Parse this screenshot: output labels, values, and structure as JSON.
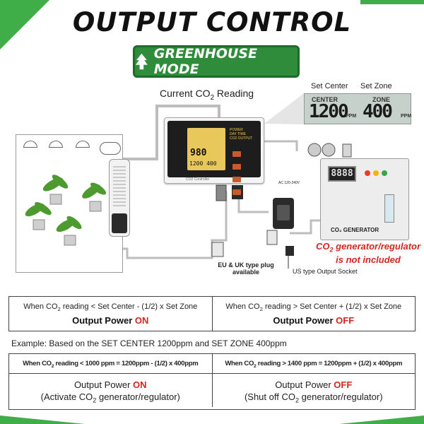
{
  "title": "OUTPUT CONTROL",
  "badge": {
    "text": "GREENHOUSE MODE",
    "icon": "tree-icon"
  },
  "labels": {
    "current_pre": "Current CO",
    "current_sub": "2",
    "current_post": " Reading",
    "set_center": "Set Center",
    "set_zone": "Set Zone"
  },
  "lcd_zoom": {
    "center_caption": "CENTER",
    "center_value": "1200",
    "center_unit": "PPM",
    "zone_caption": "ZONE",
    "zone_value": "400",
    "zone_unit": "PPM"
  },
  "device": {
    "reading": "980",
    "small": "1200 400",
    "lights": [
      "POWER",
      "DAY TIME",
      "CO2 OUTPUT"
    ],
    "name": "CO2 Controller"
  },
  "generator": {
    "display": "8888",
    "label": "CO₂ GENERATOR"
  },
  "plug_label": "AC 120-240V",
  "notes": {
    "red_pre": "CO",
    "red_sub": "2",
    "red_line1_post": " generator/regulator",
    "red_line2": "is not included",
    "eu_plug": "EU & UK type plug available",
    "us_socket": "US type Output Socket"
  },
  "table1": {
    "left": {
      "cond_pre": "When CO",
      "cond_sub": "2",
      "cond_post": " reading < Set Center - (1/2) x Set Zone",
      "out_pre": "Output Power ",
      "out_state": "ON"
    },
    "right": {
      "cond_pre": "When CO",
      "cond_sub": "2",
      "cond_post": " reading > Set Center + (1/2) x Set Zone",
      "out_pre": "Output Power ",
      "out_state": "OFF"
    }
  },
  "example": "Example: Based on the SET CENTER 1200ppm and SET ZONE 400ppm",
  "table2": {
    "left": {
      "cond_pre": "When CO",
      "cond_sub": "2",
      "cond_post": " reading < 1000 ppm = 1200ppm - (1/2) x 400ppm",
      "out_pre": "Output Power ",
      "out_state": "ON",
      "action_pre": "(Activate CO",
      "action_sub": "2",
      "action_post": " generator/regulator)"
    },
    "right": {
      "cond_pre": "When CO",
      "cond_sub": "2",
      "cond_post": " reading > 1400 ppm = 1200ppm + (1/2) x 400ppm",
      "out_pre": "Output Power ",
      "out_state": "OFF",
      "action_pre": "(Shut off CO",
      "action_sub": "2",
      "action_post": " generator/regulator)"
    }
  },
  "colors": {
    "accent_green": "#3fae49",
    "badge_green": "#2f8c3a",
    "warning_red": "#d0271f"
  }
}
